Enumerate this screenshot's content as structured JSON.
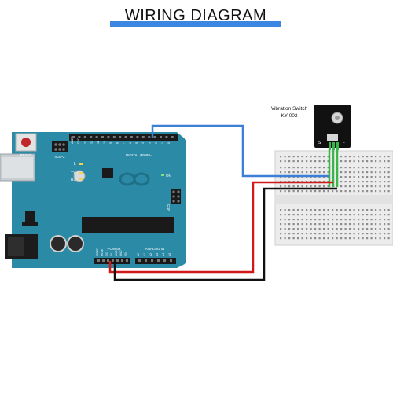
{
  "title": "WIRING DIAGRAM",
  "colors": {
    "title_accent": "#3b86e0",
    "arduino_board": "#2b8aa6",
    "arduino_dark": "#1f6f87",
    "breadboard": "#ececec",
    "sensor_board": "#111111",
    "sensor_pins": "#39b54a",
    "wire_signal": "#3b7fd6",
    "wire_power": "#d11919",
    "wire_ground": "#111111"
  },
  "arduino": {
    "reset_label": "RESET",
    "icsp2_label": "ICSP2",
    "icsp_label": "ICSP",
    "digital_label": "DIGITAL (PWM=",
    "led_l_label": "L",
    "tx_label": "TX",
    "rx_label": "RX",
    "on_label": "ON",
    "power_label": "POWER",
    "analog_label": "ANALOG IN",
    "aref_label": "AREF",
    "gnd_label": "GND",
    "digital_pins": [
      "13",
      "12",
      "11",
      "10",
      "9",
      "8",
      "7",
      "6",
      "5",
      "4",
      "3",
      "2",
      "1",
      "0"
    ],
    "power_pins": [
      "IOREF",
      "RESET",
      "3V3",
      "5V",
      "GND",
      "GND",
      "VIN"
    ],
    "analog_pins": [
      "A0",
      "A1",
      "A2",
      "A3",
      "A4",
      "A5"
    ]
  },
  "sensor": {
    "name": "Vibration Switch",
    "model": "KY-002",
    "pin_s": "S",
    "pin_minus": "-"
  }
}
